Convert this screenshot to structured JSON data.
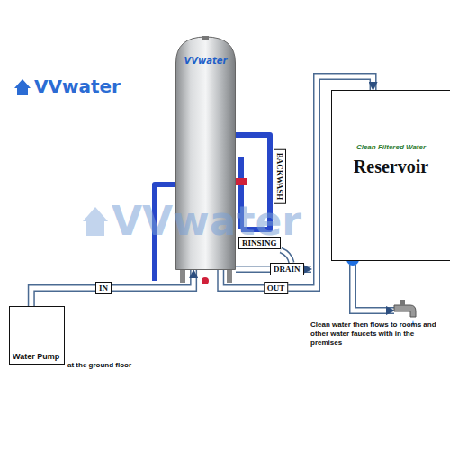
{
  "diagram": {
    "nodes": [
      {
        "text": [
          "Water Pump",
          "at the ground floor"
        ]
      },
      {
        "text": [
          "VVwater"
        ]
      },
      {
        "text": [
          "Clean Filtered Water",
          "Reservoir"
        ]
      }
    ],
    "edges": [
      {
        "from": 0,
        "to": 1,
        "label": "IN",
        "arrow": "to"
      },
      {
        "from": 1,
        "to": 2,
        "label": "OUT",
        "arrow": "to"
      }
    ],
    "labels": [
      "VVwater",
      "BACKWASH",
      "VVwater",
      "RINSING",
      "DRAIN",
      "Clean water then flows to rooms and other water faucets with in the premises"
    ]
  }
}
